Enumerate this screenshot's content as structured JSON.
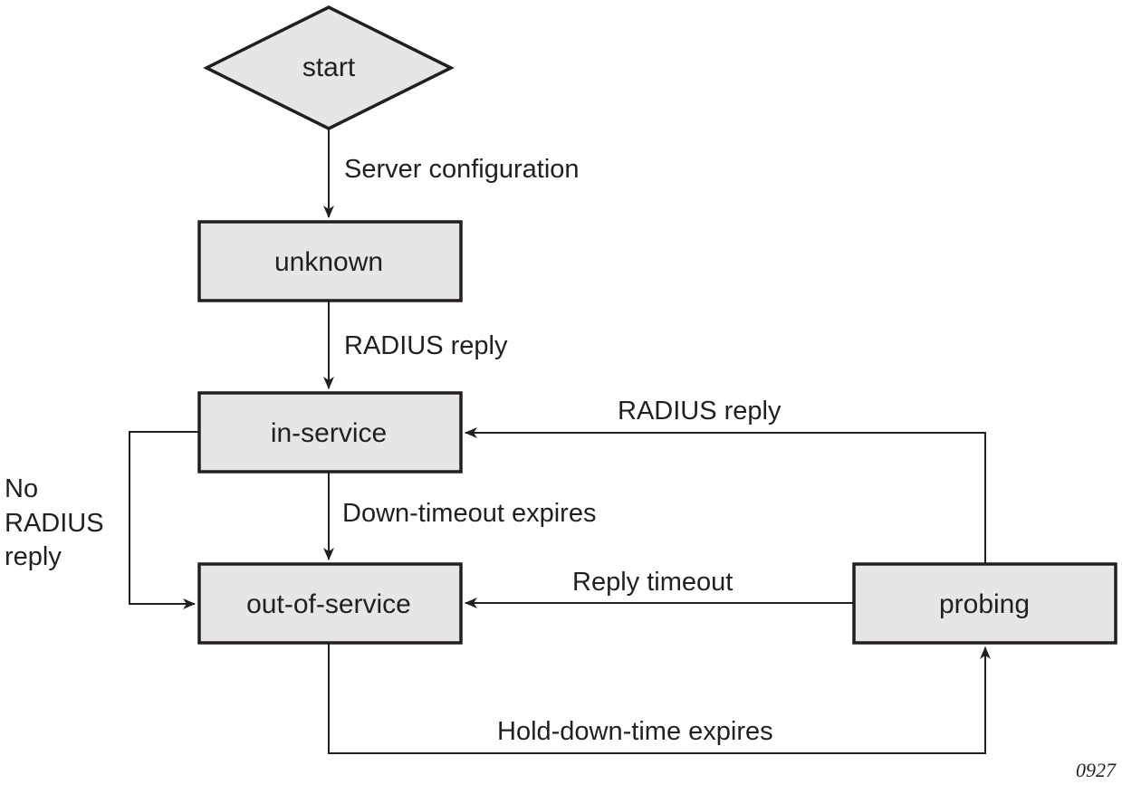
{
  "diagram": {
    "nodes": {
      "start": "start",
      "unknown": "unknown",
      "in_service": "in-service",
      "out_of_service": "out-of-service",
      "probing": "probing"
    },
    "edges": {
      "start_to_unknown": "Server configuration",
      "unknown_to_in_service": "RADIUS reply",
      "probing_to_in_service": "RADIUS reply",
      "in_service_to_out_of_service": "Down-timeout expires",
      "no_reply_line1": "No",
      "no_reply_line2": "RADIUS",
      "no_reply_line3": "reply",
      "probing_to_out_of_service": "Reply timeout",
      "out_of_service_to_probing": "Hold-down-time expires"
    },
    "figure_id": "0927"
  },
  "colors": {
    "node_fill": "#e6e6e6",
    "stroke": "#231f20",
    "background": "#ffffff"
  }
}
